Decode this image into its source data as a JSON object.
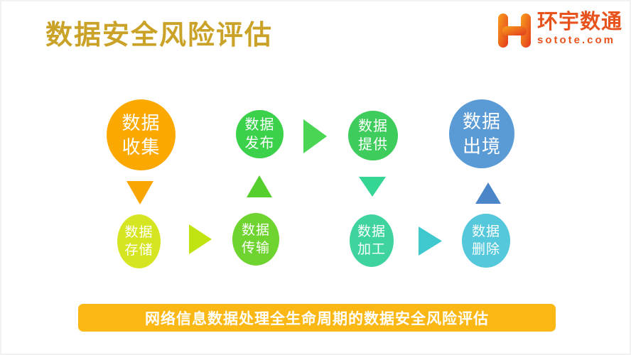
{
  "page": {
    "background": "#ffffff"
  },
  "header": {
    "title": "数据安全风险评估",
    "title_color": "#C9A227"
  },
  "logo": {
    "mark": "H-monogram",
    "company": "环宇数通",
    "domain": "sotote.com",
    "color": "#E8521C",
    "gradient_start": "#F9A01B",
    "gradient_end": "#E23A1E"
  },
  "diagram": {
    "nodes": [
      {
        "id": "collect",
        "line1": "数据",
        "line2": "收集",
        "color": "#FBA900"
      },
      {
        "id": "publish",
        "line1": "数据",
        "line2": "发布",
        "color": "#3BD14B"
      },
      {
        "id": "provide",
        "line1": "数据",
        "line2": "提供",
        "color": "#3ECC5C"
      },
      {
        "id": "export",
        "line1": "数据",
        "line2": "出境",
        "color": "#5B9BD5"
      },
      {
        "id": "storage",
        "line1": "数据",
        "line2": "存储",
        "color": "#D6E521"
      },
      {
        "id": "transmit",
        "line1": "数据",
        "line2": "传输",
        "color": "#6FD42F"
      },
      {
        "id": "process",
        "line1": "数据",
        "line2": "加工",
        "color": "#3FD49D"
      },
      {
        "id": "delete",
        "line1": "数据",
        "line2": "删除",
        "color": "#55C8DB"
      }
    ],
    "arrows": [
      {
        "from": "collect",
        "to": "storage",
        "direction": "down",
        "color": "#F9A602"
      },
      {
        "from": "storage",
        "to": "transmit",
        "direction": "right",
        "color": "#C0E412"
      },
      {
        "from": "transmit",
        "to": "publish",
        "direction": "up",
        "color": "#55CF2D"
      },
      {
        "from": "publish",
        "to": "provide",
        "direction": "right",
        "color": "#4AD554"
      },
      {
        "from": "provide",
        "to": "process",
        "direction": "down",
        "color": "#35D593"
      },
      {
        "from": "process",
        "to": "delete",
        "direction": "right",
        "color": "#3FC9CE"
      },
      {
        "from": "delete",
        "to": "export",
        "direction": "up",
        "color": "#4A86C8"
      }
    ]
  },
  "banner": {
    "text": "网络信息数据处理全生命周期的数据安全风险评估",
    "background": "#FBB713",
    "text_color": "#ffffff"
  }
}
